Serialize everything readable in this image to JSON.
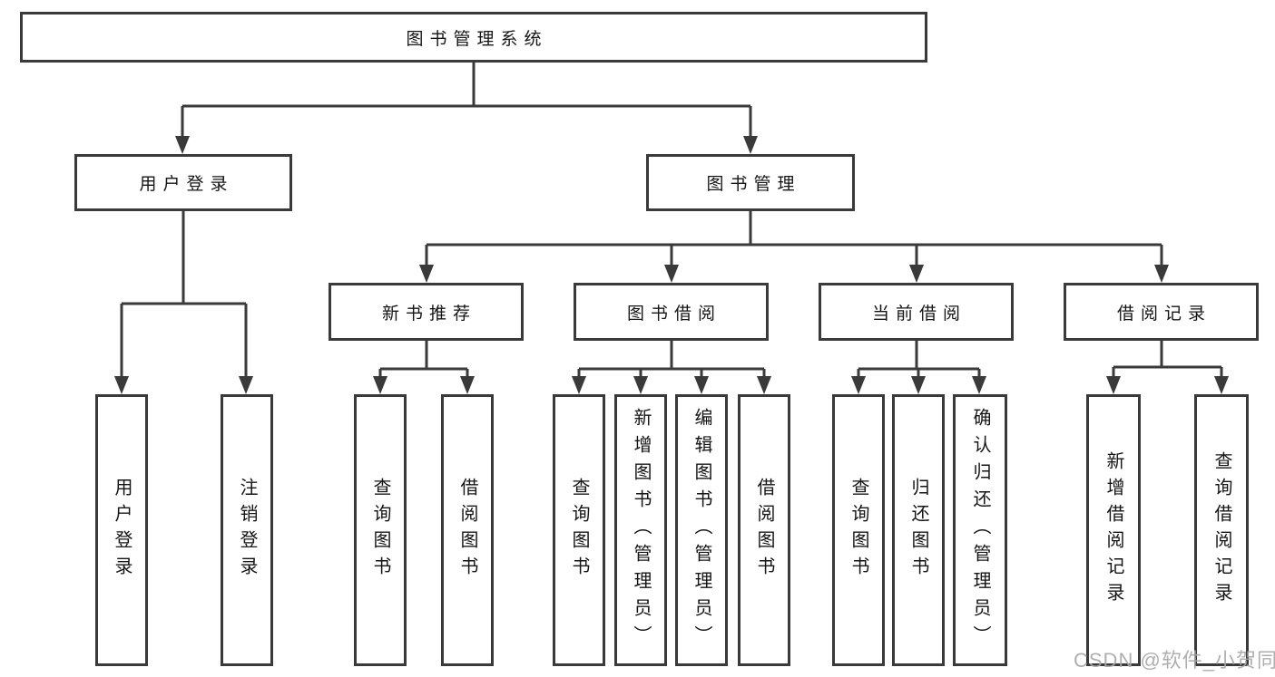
{
  "nodes": {
    "root": {
      "label": "图书管理系统"
    },
    "user_login": {
      "label": "用户登录"
    },
    "book_mgmt": {
      "label": "图书管理"
    },
    "new_book_rec": {
      "label": "新书推荐"
    },
    "book_borrow": {
      "label": "图书借阅"
    },
    "current_borrow": {
      "label": "当前借阅"
    },
    "borrow_record": {
      "label": "借阅记录"
    },
    "leaf_user_login": {
      "label": "用户登录"
    },
    "leaf_logout": {
      "label": "注销登录"
    },
    "leaf_nbr_query": {
      "label": "查询图书"
    },
    "leaf_nbr_borrow": {
      "label": "借阅图书"
    },
    "leaf_bb_query": {
      "label": "查询图书"
    },
    "leaf_bb_add": {
      "label": "新增图书（管理员）"
    },
    "leaf_bb_edit": {
      "label": "编辑图书（管理员）"
    },
    "leaf_bb_borrow": {
      "label": "借阅图书"
    },
    "leaf_cb_query": {
      "label": "查询图书"
    },
    "leaf_cb_return": {
      "label": "归还图书"
    },
    "leaf_cb_confirm": {
      "label": "确认归还（管理员）"
    },
    "leaf_br_add": {
      "label": "新增借阅记录"
    },
    "leaf_br_query": {
      "label": "查询借阅记录"
    }
  },
  "watermark": "CSDN @软件_小贺同学",
  "colors": {
    "line": "#3a3a3a",
    "text": "#151515",
    "background": "#ffffff",
    "watermark": "#a8a8a8"
  }
}
